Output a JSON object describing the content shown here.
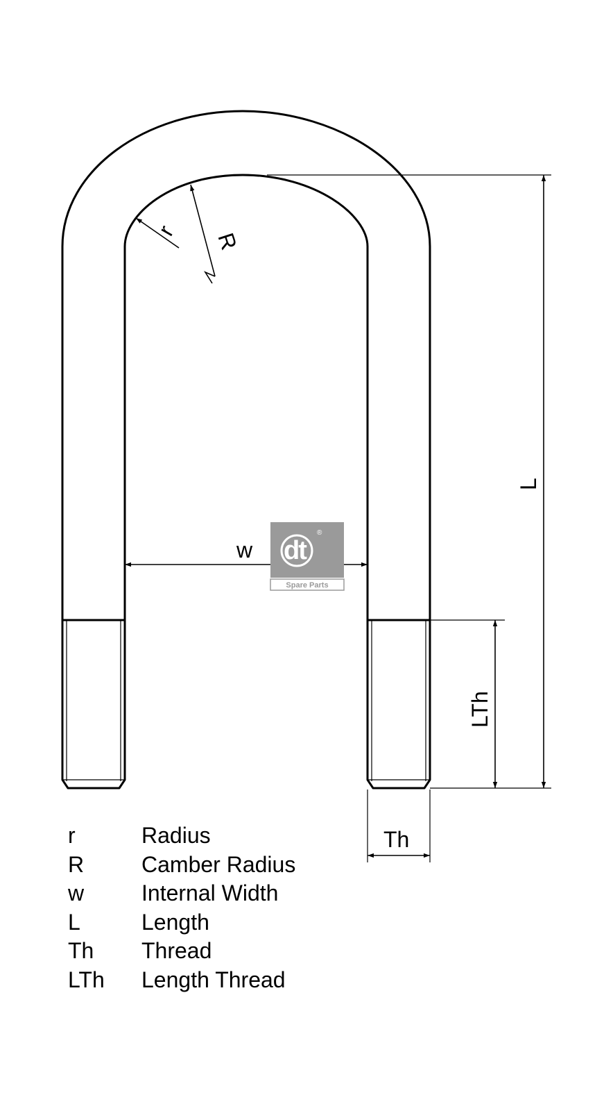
{
  "diagram": {
    "dimension_labels": {
      "radius": "r",
      "camber_radius": "R",
      "internal_width": "w",
      "length": "L",
      "thread": "Th",
      "length_thread": "LTh"
    },
    "logo": {
      "text": "dt",
      "subtitle": "Spare Parts",
      "registered": "®",
      "color": "#9a9a9a"
    },
    "line_color": "#000000"
  },
  "legend": [
    {
      "symbol": "r",
      "description": "Radius"
    },
    {
      "symbol": "R",
      "description": "Camber Radius"
    },
    {
      "symbol": "w",
      "description": "Internal Width"
    },
    {
      "symbol": "L",
      "description": "Length"
    },
    {
      "symbol": "Th",
      "description": "Thread"
    },
    {
      "symbol": "LTh",
      "description": "Length Thread"
    }
  ]
}
